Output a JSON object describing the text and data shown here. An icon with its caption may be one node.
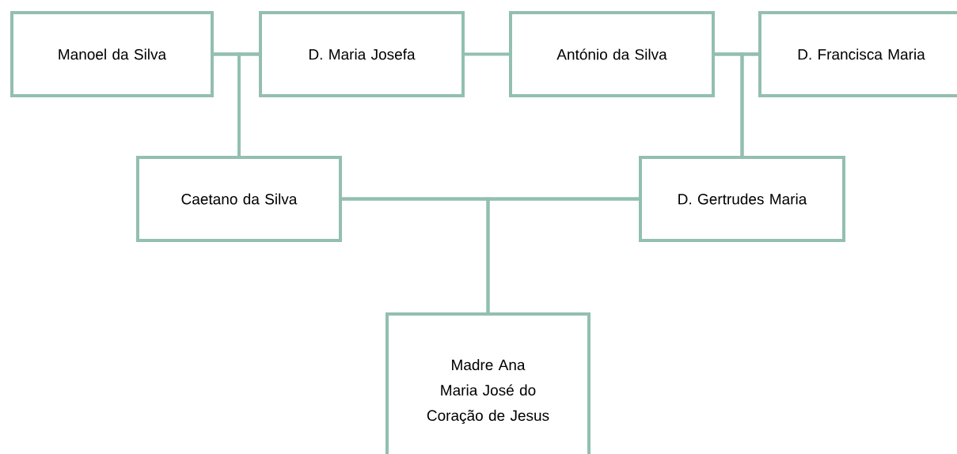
{
  "diagram": {
    "nodes": [
      {
        "text": [
          "Manoel da Silva"
        ]
      },
      {
        "text": [
          "D. Maria Josefa"
        ]
      },
      {
        "text": [
          "António da Silva"
        ]
      },
      {
        "text": [
          "D. Francisca Maria"
        ]
      },
      {
        "text": [
          "Caetano da Silva"
        ]
      },
      {
        "text": [
          "D. Gertrudes Maria"
        ]
      },
      {
        "text": [
          "Madre Ana Maria José do Coração de Jesus"
        ]
      }
    ],
    "edges": [
      {
        "from": 0,
        "to": 1,
        "arrow": "none"
      },
      {
        "from": 1,
        "to": 2,
        "arrow": "none"
      },
      {
        "from": 2,
        "to": 3,
        "arrow": "none"
      },
      {
        "from": 0,
        "to": 4,
        "arrow": "none"
      },
      {
        "from": 1,
        "to": 4,
        "arrow": "none"
      },
      {
        "from": 2,
        "to": 5,
        "arrow": "none"
      },
      {
        "from": 3,
        "to": 5,
        "arrow": "none"
      },
      {
        "from": 4,
        "to": 5,
        "arrow": "none"
      },
      {
        "from": 4,
        "to": 6,
        "arrow": "none"
      },
      {
        "from": 5,
        "to": 6,
        "arrow": "none"
      }
    ]
  }
}
